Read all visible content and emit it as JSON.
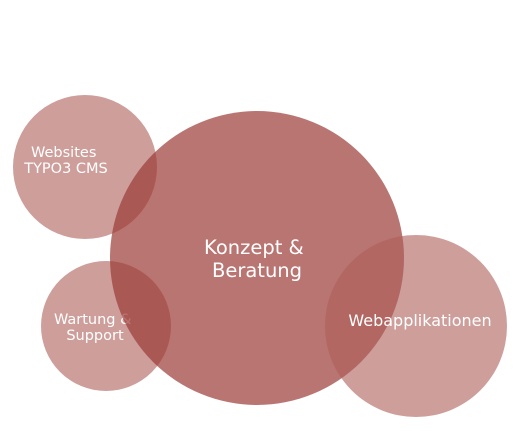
{
  "diagram": {
    "colors": {
      "main_circle": "#9b3b36",
      "side_circle": "#ad5d58",
      "label": "#ffffff"
    },
    "circles": [
      {
        "id": "websites",
        "lines": [
          "Websites",
          "TYPO3 CMS"
        ]
      },
      {
        "id": "wartung",
        "lines": [
          "Wartung &",
          "Support"
        ]
      },
      {
        "id": "konzept",
        "lines": [
          "Konzept &",
          "Beratung"
        ]
      },
      {
        "id": "webapps",
        "lines": [
          "Webapplikationen"
        ]
      }
    ]
  }
}
